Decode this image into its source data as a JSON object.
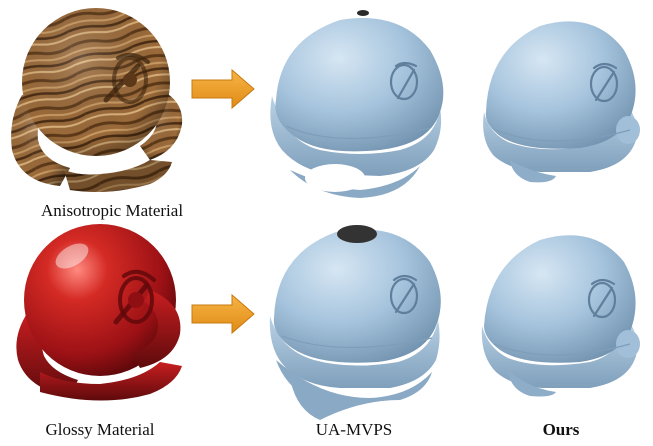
{
  "rows": [
    {
      "input_caption": "Anisotropic Material",
      "input_material": "anisotropic-wood"
    },
    {
      "input_caption": "Glossy Material",
      "input_material": "glossy-red"
    }
  ],
  "column_labels": {
    "baseline": "UA-MVPS",
    "ours": "Ours"
  },
  "colors": {
    "mesh_blue": "#a6c4dd",
    "glossy_red": "#b3171a",
    "wood_brown": "#8a5a2e",
    "arrow_orange": "#f2a02a"
  },
  "icons": {
    "arrow": "right-arrow-icon"
  }
}
